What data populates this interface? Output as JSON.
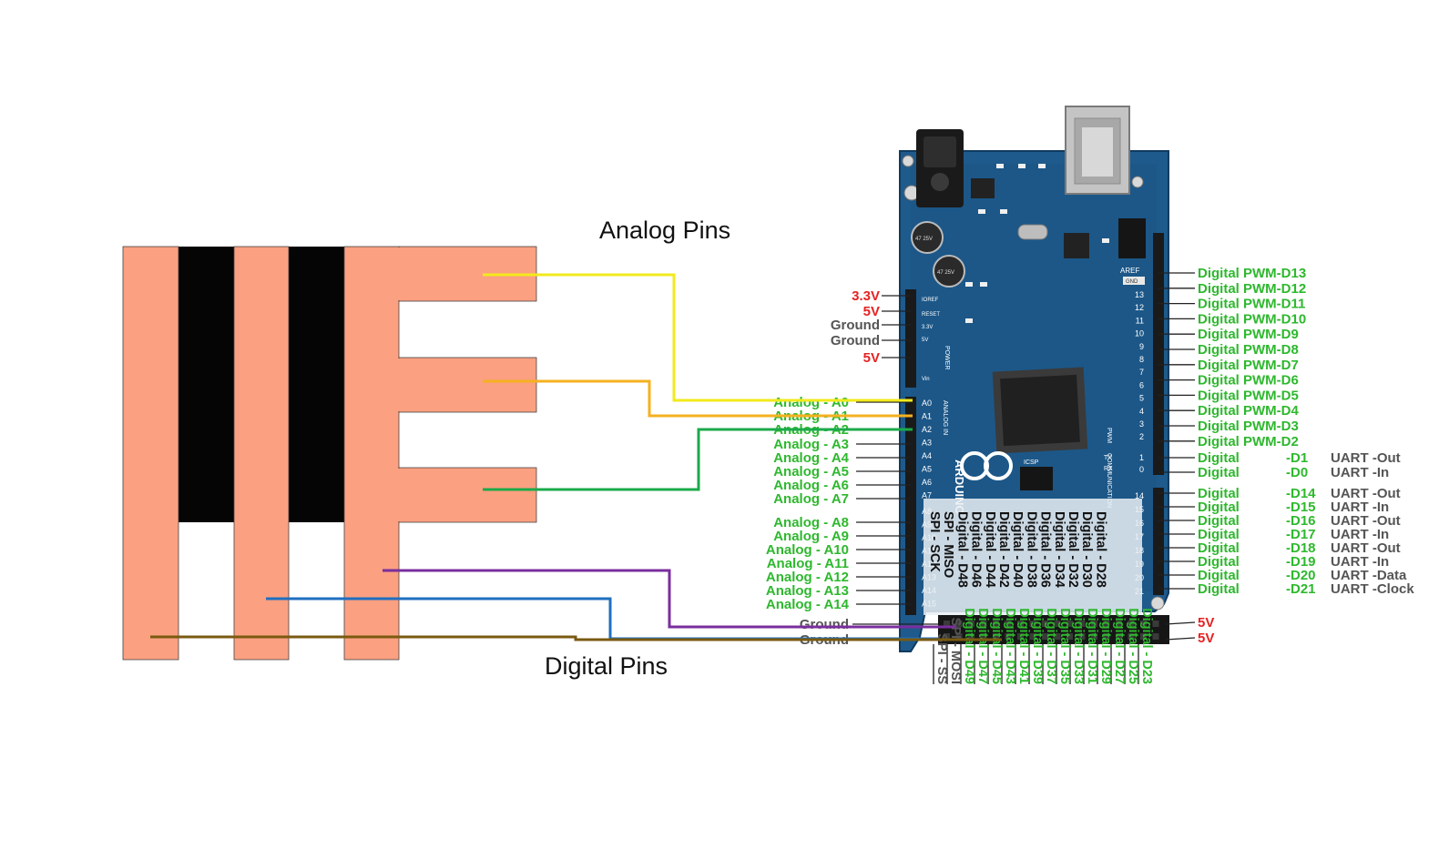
{
  "captions": {
    "analog": "Analog Pins",
    "digital": "Digital Pins"
  },
  "colors": {
    "pad": "#FBA081",
    "gap": "#050505",
    "board": "#1E5A8C",
    "board_dark": "#174A75",
    "header": "#1A1A1A",
    "label_green": "#2EB82E",
    "label_red": "#E52222",
    "label_gray": "#555555",
    "wire_a0": "#F2EA1C",
    "wire_a1": "#F5B120",
    "wire_a2": "#1BAA4A",
    "wire_purple": "#7A2E9E",
    "wire_blue": "#1F6FBF",
    "wire_brown": "#7A5A10"
  },
  "board": {
    "silk": {
      "brand": "ARDUINO",
      "aref": "AREF",
      "gnd": "GND",
      "ioref": "IOREF",
      "reset": "RESET",
      "v33": "3.3V",
      "v5": "5V",
      "vin": "Vin",
      "power": "POWER",
      "analog_in": "ANALOG IN",
      "icsp": "ICSP",
      "pwm": "PWM",
      "comm": "COMMUNICATION",
      "tx": "TX",
      "rx": "RX",
      "cap_text": "47 25V"
    },
    "top_header_numbers": [
      "13",
      "12",
      "11",
      "10",
      "9",
      "8",
      "7",
      "6",
      "5",
      "4",
      "3",
      "2",
      "1",
      "0"
    ],
    "comm_numbers": [
      "14",
      "15",
      "16",
      "17",
      "18",
      "19",
      "20",
      "21"
    ],
    "analog_silk": [
      "A0",
      "A1",
      "A2",
      "A3",
      "A4",
      "A5",
      "A6",
      "A7",
      "A8",
      "A9",
      "A10",
      "A11",
      "A12",
      "A13",
      "A14",
      "A15"
    ]
  },
  "power_labels": [
    {
      "text": "3.3V",
      "color": "red"
    },
    {
      "text": "5V",
      "color": "red"
    },
    {
      "text": "Ground",
      "color": "gray"
    },
    {
      "text": "Ground",
      "color": "gray"
    },
    {
      "text": "5V",
      "color": "red"
    }
  ],
  "analog_labels": [
    "Analog - A0",
    "Analog - A1",
    "Analog - A2",
    "Analog - A3",
    "Analog - A4",
    "Analog - A5",
    "Analog - A6",
    "Analog - A7",
    "Analog - A8",
    "Analog - A9",
    "Analog - A10",
    "Analog - A11",
    "Analog - A12",
    "Analog - A13",
    "Analog - A14"
  ],
  "pwm_labels": [
    "Digital PWM-D13",
    "Digital PWM-D12",
    "Digital PWM-D11",
    "Digital PWM-D10",
    "Digital PWM-D9",
    "Digital PWM-D8",
    "Digital PWM-D7",
    "Digital PWM-D6",
    "Digital PWM-D5",
    "Digital PWM-D4",
    "Digital PWM-D3",
    "Digital PWM-D2"
  ],
  "comm_labels": [
    {
      "name": "Digital",
      "pin": "-D1",
      "func": "UART -Out"
    },
    {
      "name": "Digital",
      "pin": "-D0",
      "func": "UART -In"
    },
    {
      "name": "Digital",
      "pin": "-D14",
      "func": "UART -Out"
    },
    {
      "name": "Digital",
      "pin": "-D15",
      "func": "UART -In"
    },
    {
      "name": "Digital",
      "pin": "-D16",
      "func": "UART -Out"
    },
    {
      "name": "Digital",
      "pin": "-D17",
      "func": "UART -In"
    },
    {
      "name": "Digital",
      "pin": "-D18",
      "func": "UART -Out"
    },
    {
      "name": "Digital",
      "pin": "-D19",
      "func": "UART -In"
    },
    {
      "name": "Digital",
      "pin": "-D20",
      "func": "UART -Data"
    },
    {
      "name": "Digital",
      "pin": "-D21",
      "func": "UART -Clock"
    }
  ],
  "right_5v": [
    "5V",
    "5V"
  ],
  "bottom_ground": [
    "Ground",
    "Ground"
  ],
  "overlay_labels": [
    {
      "text": "SPI - SCK",
      "color": "black"
    },
    {
      "text": "SPI - MISO",
      "color": "black"
    },
    {
      "text": "Digital - D48",
      "color": "black"
    },
    {
      "text": "Digital - D46",
      "color": "black"
    },
    {
      "text": "Digital - D44",
      "color": "black"
    },
    {
      "text": "Digital - D42",
      "color": "black"
    },
    {
      "text": "Digital - D40",
      "color": "black"
    },
    {
      "text": "Digital - D38",
      "color": "black"
    },
    {
      "text": "Digital - D36",
      "color": "black"
    },
    {
      "text": "Digital - D34",
      "color": "black"
    },
    {
      "text": "Digital - D32",
      "color": "black"
    },
    {
      "text": "Digital - D30",
      "color": "black"
    },
    {
      "text": "Digital - D28",
      "color": "black"
    }
  ],
  "bottom_labels": [
    {
      "text": "SPI - SS",
      "color": "gray"
    },
    {
      "text": "SPI - MOSI",
      "color": "gray"
    },
    {
      "text": "Digital - D49",
      "color": "green"
    },
    {
      "text": "Digital - D47",
      "color": "green"
    },
    {
      "text": "Digital - D45",
      "color": "green"
    },
    {
      "text": "Digital - D43",
      "color": "green"
    },
    {
      "text": "Digital - D41",
      "color": "green"
    },
    {
      "text": "Digital - D39",
      "color": "green"
    },
    {
      "text": "Digital - D37",
      "color": "green"
    },
    {
      "text": "Digital - D35",
      "color": "green"
    },
    {
      "text": "Digital - D33",
      "color": "green"
    },
    {
      "text": "Digital - D31",
      "color": "green"
    },
    {
      "text": "Digital - D29",
      "color": "green"
    },
    {
      "text": "Digital - D27",
      "color": "green"
    },
    {
      "text": "Digital - D25",
      "color": "green"
    },
    {
      "text": "Digital - D23",
      "color": "green"
    }
  ]
}
